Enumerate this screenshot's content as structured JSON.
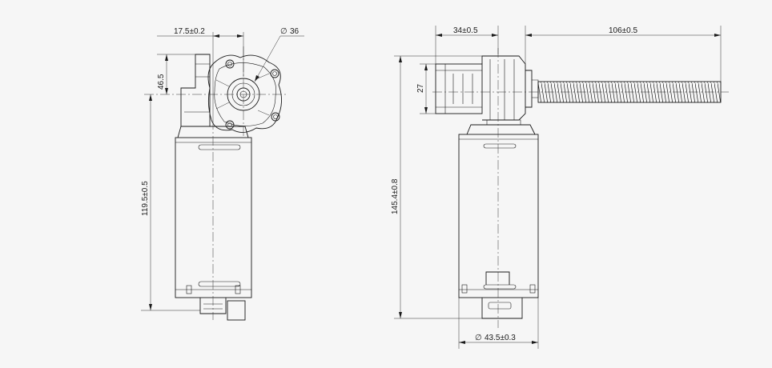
{
  "front_view": {
    "dim_offset": "17.5±0.2",
    "dim_diameter": "36",
    "dim_height_gearbox": "46.5",
    "dim_length": "119.5±0.5"
  },
  "side_view": {
    "dim_gearbox_width": "34±0.5",
    "dim_shaft_length": "106±0.5",
    "dim_gearbox_height": "27",
    "dim_total_length": "145.4±0.8",
    "dim_motor_diameter": "43.5±0.3"
  },
  "colors": {
    "background": "#f6f6f6",
    "line": "#1a1a1a"
  }
}
